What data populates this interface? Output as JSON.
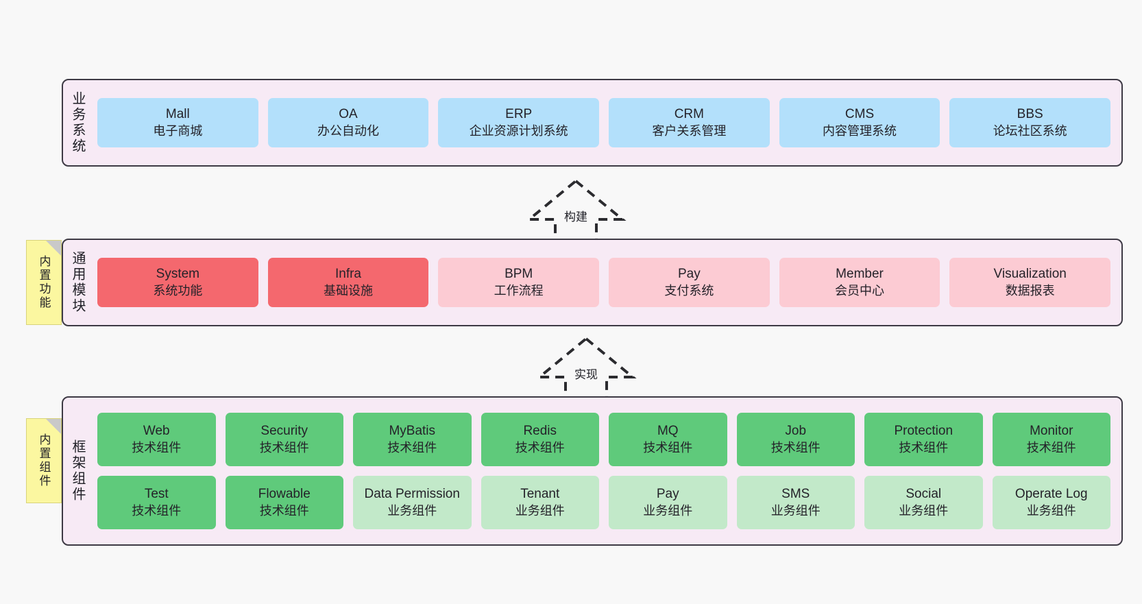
{
  "diagram": {
    "background": "#f8f8f8",
    "panel_bg": "#f7eaf5",
    "panel_border": "#3d3a44"
  },
  "layers": [
    {
      "key": "business",
      "title": "业务系统",
      "rows": [
        {
          "boxes": [
            {
              "name": "Mall",
              "sub": "电子商城",
              "color": "blue"
            },
            {
              "name": "OA",
              "sub": "办公自动化",
              "color": "blue"
            },
            {
              "name": "ERP",
              "sub": "企业资源计划系统",
              "color": "blue"
            },
            {
              "name": "CRM",
              "sub": "客户关系管理",
              "color": "blue"
            },
            {
              "name": "CMS",
              "sub": "内容管理系统",
              "color": "blue"
            },
            {
              "name": "BBS",
              "sub": "论坛社区系统",
              "color": "blue"
            }
          ]
        }
      ]
    },
    {
      "key": "modules",
      "title": "通用模块",
      "sticky": "内置功能",
      "rows": [
        {
          "boxes": [
            {
              "name": "System",
              "sub": "系统功能",
              "color": "red"
            },
            {
              "name": "Infra",
              "sub": "基础设施",
              "color": "red"
            },
            {
              "name": "BPM",
              "sub": "工作流程",
              "color": "pink"
            },
            {
              "name": "Pay",
              "sub": "支付系统",
              "color": "pink"
            },
            {
              "name": "Member",
              "sub": "会员中心",
              "color": "pink"
            },
            {
              "name": "Visualization",
              "sub": "数据报表",
              "color": "pink"
            }
          ]
        }
      ]
    },
    {
      "key": "framework",
      "title": "框架组件",
      "sticky": "内置组件",
      "rows": [
        {
          "boxes": [
            {
              "name": "Web",
              "sub": "技术组件",
              "color": "green"
            },
            {
              "name": "Security",
              "sub": "技术组件",
              "color": "green"
            },
            {
              "name": "MyBatis",
              "sub": "技术组件",
              "color": "green"
            },
            {
              "name": "Redis",
              "sub": "技术组件",
              "color": "green"
            },
            {
              "name": "MQ",
              "sub": "技术组件",
              "color": "green"
            },
            {
              "name": "Job",
              "sub": "技术组件",
              "color": "green"
            },
            {
              "name": "Protection",
              "sub": "技术组件",
              "color": "green"
            },
            {
              "name": "Monitor",
              "sub": "技术组件",
              "color": "green"
            }
          ]
        },
        {
          "boxes": [
            {
              "name": "Test",
              "sub": "技术组件",
              "color": "green"
            },
            {
              "name": "Flowable",
              "sub": "技术组件",
              "color": "green"
            },
            {
              "name": "Data Permission",
              "sub": "业务组件",
              "color": "lightgreen"
            },
            {
              "name": "Tenant",
              "sub": "业务组件",
              "color": "lightgreen"
            },
            {
              "name": "Pay",
              "sub": "业务组件",
              "color": "lightgreen"
            },
            {
              "name": "SMS",
              "sub": "业务组件",
              "color": "lightgreen"
            },
            {
              "name": "Social",
              "sub": "业务组件",
              "color": "lightgreen"
            },
            {
              "name": "Operate Log",
              "sub": "业务组件",
              "color": "lightgreen"
            }
          ]
        }
      ]
    }
  ],
  "connectors": [
    {
      "key": "build",
      "label": "构建"
    },
    {
      "key": "impl",
      "label": "实现"
    }
  ],
  "palette": {
    "blue": "#b3e0fb",
    "red": "#f4686e",
    "pink": "#fccbd3",
    "green": "#5fca7b",
    "lightgreen": "#c2e9c9",
    "sticky": "#fbf7a0",
    "fold": "#c9c9c9"
  }
}
